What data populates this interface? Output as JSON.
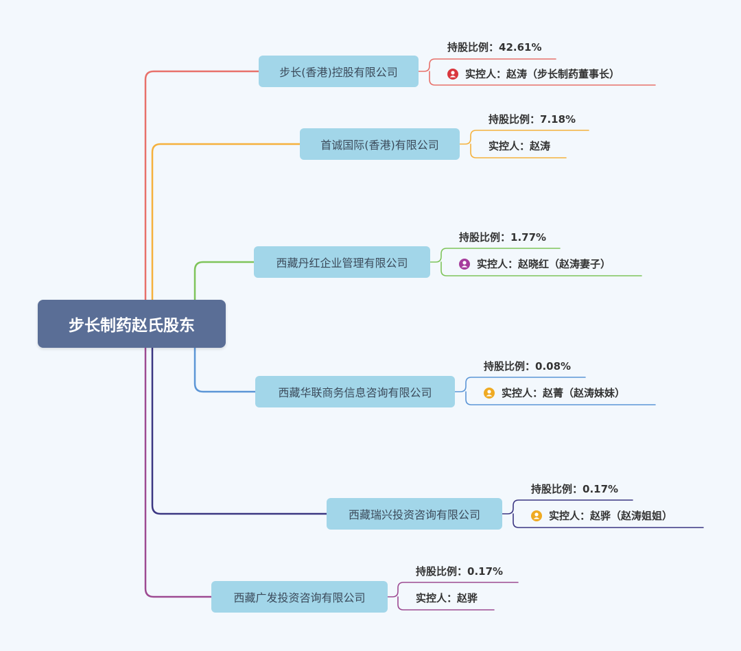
{
  "root": {
    "label": "步长制药赵氏股东"
  },
  "branches": [
    {
      "company": "步长(香港)控股有限公司",
      "share": "持股比例：42.61%",
      "controller": "实控人：赵涛（步长制药董事长）",
      "color": "#e8706a",
      "icon": "person-icon",
      "icon_color": "#d9373e"
    },
    {
      "company": "首诚国际(香港)有限公司",
      "share": "持股比例：7.18%",
      "controller": "实控人：赵涛",
      "color": "#f5b13d",
      "icon": "",
      "icon_color": ""
    },
    {
      "company": "西藏丹红企业管理有限公司",
      "share": "持股比例：1.77%",
      "controller": "实控人：赵晓红（赵涛妻子）",
      "color": "#7ec45a",
      "icon": "person-icon",
      "icon_color": "#a53c9c"
    },
    {
      "company": "西藏华联商务信息咨询有限公司",
      "share": "持股比例：0.08%",
      "controller": "实控人：赵菁（赵涛妹妹）",
      "color": "#5b95d6",
      "icon": "person-icon",
      "icon_color": "#efaa22"
    },
    {
      "company": "西藏瑞兴投资咨询有限公司",
      "share": "持股比例：0.17%",
      "controller": "实控人：赵骅（赵涛姐姐）",
      "color": "#3b3682",
      "icon": "person-icon",
      "icon_color": "#efaa22"
    },
    {
      "company": "西藏广发投资咨询有限公司",
      "share": "持股比例：0.17%",
      "controller": "实控人：赵骅",
      "color": "#9d4a92",
      "icon": "",
      "icon_color": ""
    }
  ]
}
